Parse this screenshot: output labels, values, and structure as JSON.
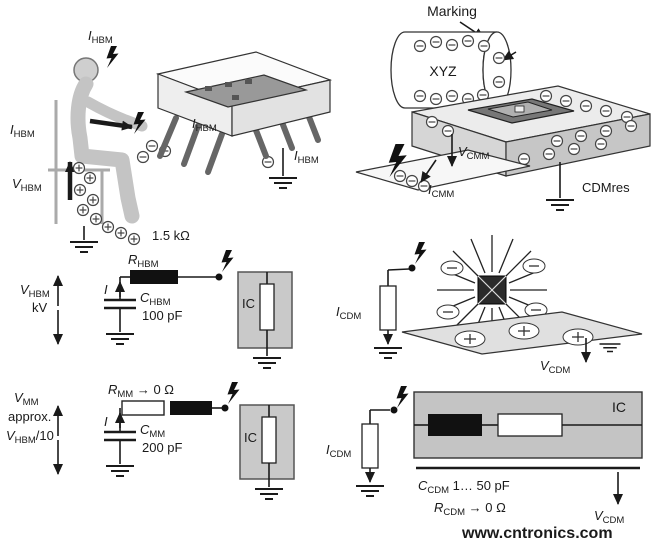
{
  "figure": {
    "watermark": "www.cntronics.com",
    "watermark_color": "#4db848"
  },
  "hbm_scene": {
    "i_head": {
      "sym": "I",
      "sub": "HBM"
    },
    "i_arm": {
      "sym": "I",
      "sub": "HBM"
    },
    "v_body": {
      "sym": "V",
      "sub": "HBM"
    },
    "i_chip": {
      "sym": "I",
      "sub": "HBM"
    },
    "i_pins": {
      "sym": "I",
      "sub": "HBM"
    },
    "body_resistance": "1.5 kΩ"
  },
  "cdm_scene": {
    "marking": "Marking",
    "device_label": "XYZ",
    "v_cmm": {
      "sym": "V",
      "sub": "CMM"
    },
    "i_cmm": {
      "sym": "I",
      "sub": "CMM"
    },
    "cdmres": "CDMres"
  },
  "hbm_circuit": {
    "r_label": {
      "sym": "R",
      "sub": "HBM"
    },
    "v_label": {
      "sym": "V",
      "sub": "HBM"
    },
    "v_unit": "kV",
    "i_label": "I",
    "c_label": {
      "sym": "C",
      "sub": "HBM"
    },
    "c_value": "100 pF",
    "ic_label": "IC"
  },
  "cdm_die": {
    "i_label": {
      "sym": "I",
      "sub": "CDM"
    },
    "v_label": {
      "sym": "V",
      "sub": "CDM"
    }
  },
  "mm_circuit": {
    "r_label": {
      "sym": "R",
      "sub": "MM",
      "post": " → 0 Ω"
    },
    "v_label": {
      "sym": "V",
      "sub": "MM"
    },
    "v_line2": "approx.",
    "v_line3": {
      "sym": "V",
      "sub": "HBM",
      "post": "/10"
    },
    "i_label": "I",
    "c_label": {
      "sym": "C",
      "sub": "MM"
    },
    "c_value": "200 pF",
    "ic_label": "IC"
  },
  "cdm_circuit": {
    "i_label": {
      "sym": "I",
      "sub": "CDM"
    },
    "ic_label": "IC",
    "c_label": {
      "sym": "C",
      "sub": "CDM",
      "post": " 1… 50 pF"
    },
    "r_label": {
      "sym": "R",
      "sub": "CDM",
      "post": " → 0 Ω"
    },
    "v_label": {
      "sym": "V",
      "sub": "CDM"
    }
  }
}
